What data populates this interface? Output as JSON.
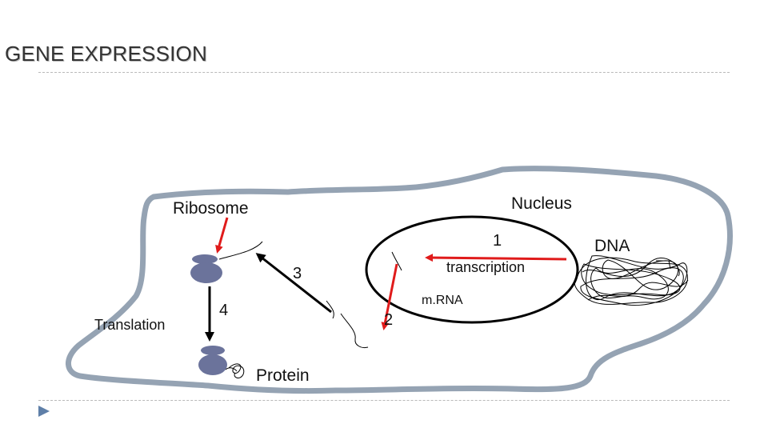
{
  "title": "GENE EXPRESSION",
  "labels": {
    "ribosome": "Ribosome",
    "nucleus": "Nucleus",
    "dna": "DNA",
    "step1": "1",
    "transcription": "transcription",
    "step3": "3",
    "step4": "4",
    "translation": "Translation",
    "step2": "2",
    "mrna": "m.RNA",
    "protein": "Protein"
  },
  "colors": {
    "cell_outline": "#95a3b3",
    "ribosome": "#6b739b",
    "red_arrow": "#e01b1b",
    "accent": "#5f7fa8"
  }
}
